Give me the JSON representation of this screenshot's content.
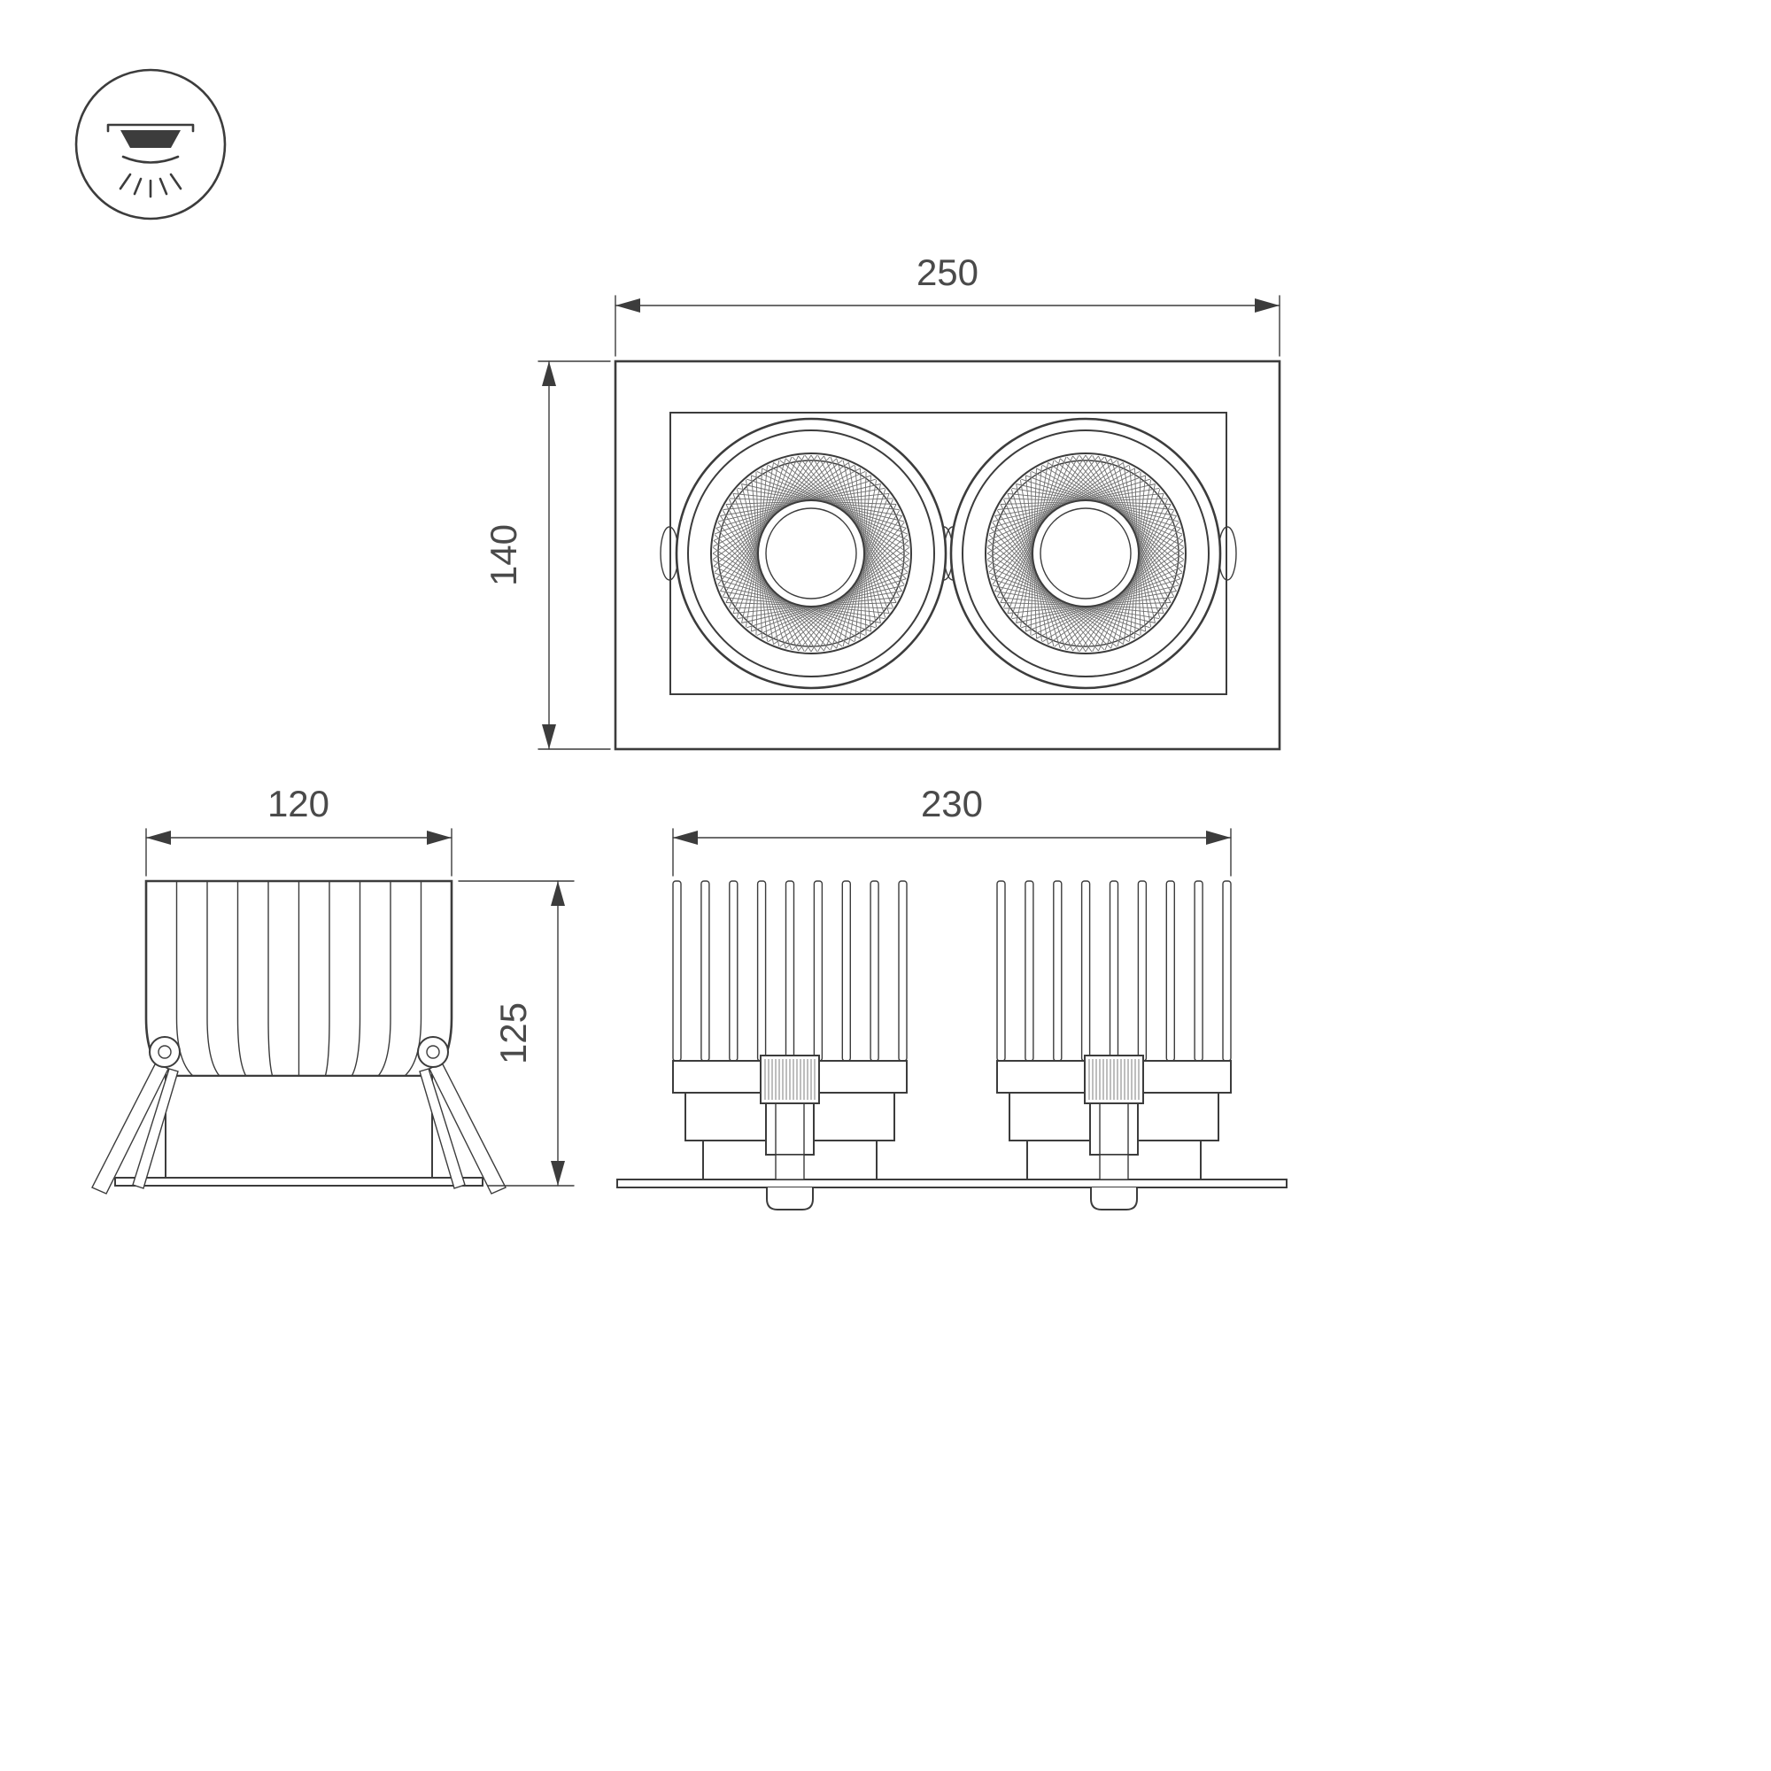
{
  "drawing": {
    "title": "recessed-double-downlight-dimension-drawing",
    "dimensions": {
      "front_width": "250",
      "front_height": "140",
      "side_width": "120",
      "side_height": "125",
      "rear_width": "230"
    },
    "colors": {
      "line": "#3c3c3c",
      "dimension_text": "#4a4a4a",
      "background": "#ffffff"
    },
    "icon": {
      "name": "recessed-downlight-icon"
    }
  }
}
